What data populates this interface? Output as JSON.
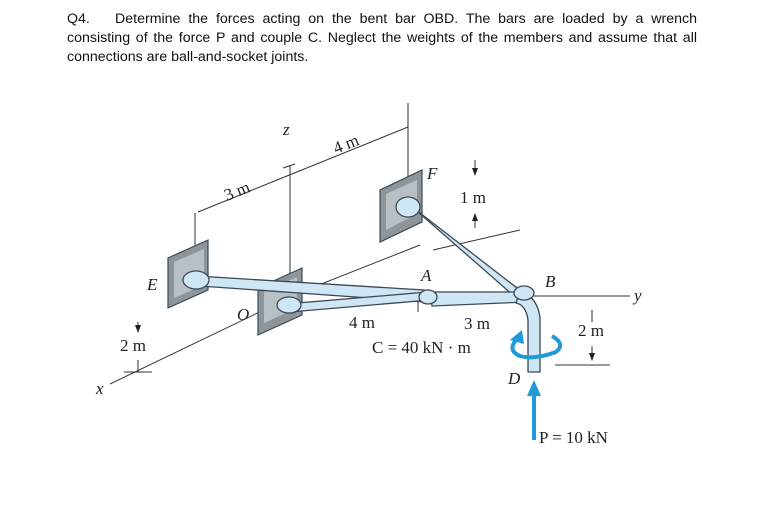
{
  "question": {
    "number": "Q4.",
    "text": "Determine the forces acting on the bent bar OBD. The bars are loaded by a wrench consisting of the force P and couple C. Neglect the weights of the members and assume that all connections are ball-and-socket joints."
  },
  "figure": {
    "labels": {
      "z": "z",
      "x": "x",
      "y": "y",
      "E": "E",
      "O": "O",
      "A": "A",
      "B": "B",
      "F": "F",
      "D": "D"
    },
    "dimensions": {
      "dim_3m_top": "3 m",
      "dim_4m_top": "4 m",
      "dim_1m": "1 m",
      "dim_2m_left": "2 m",
      "dim_4m_bottom": "4 m",
      "dim_3m_bottom": "3 m",
      "dim_2m_right": "2 m"
    },
    "loads": {
      "couple": "C = 40 kN · m",
      "force": "P = 10 kN"
    },
    "colors": {
      "bar_fill": "#cfe6f5",
      "bar_stroke": "#3b4a56",
      "support": "#9aa2a8",
      "arrow_blue": "#1f9ad6"
    }
  }
}
